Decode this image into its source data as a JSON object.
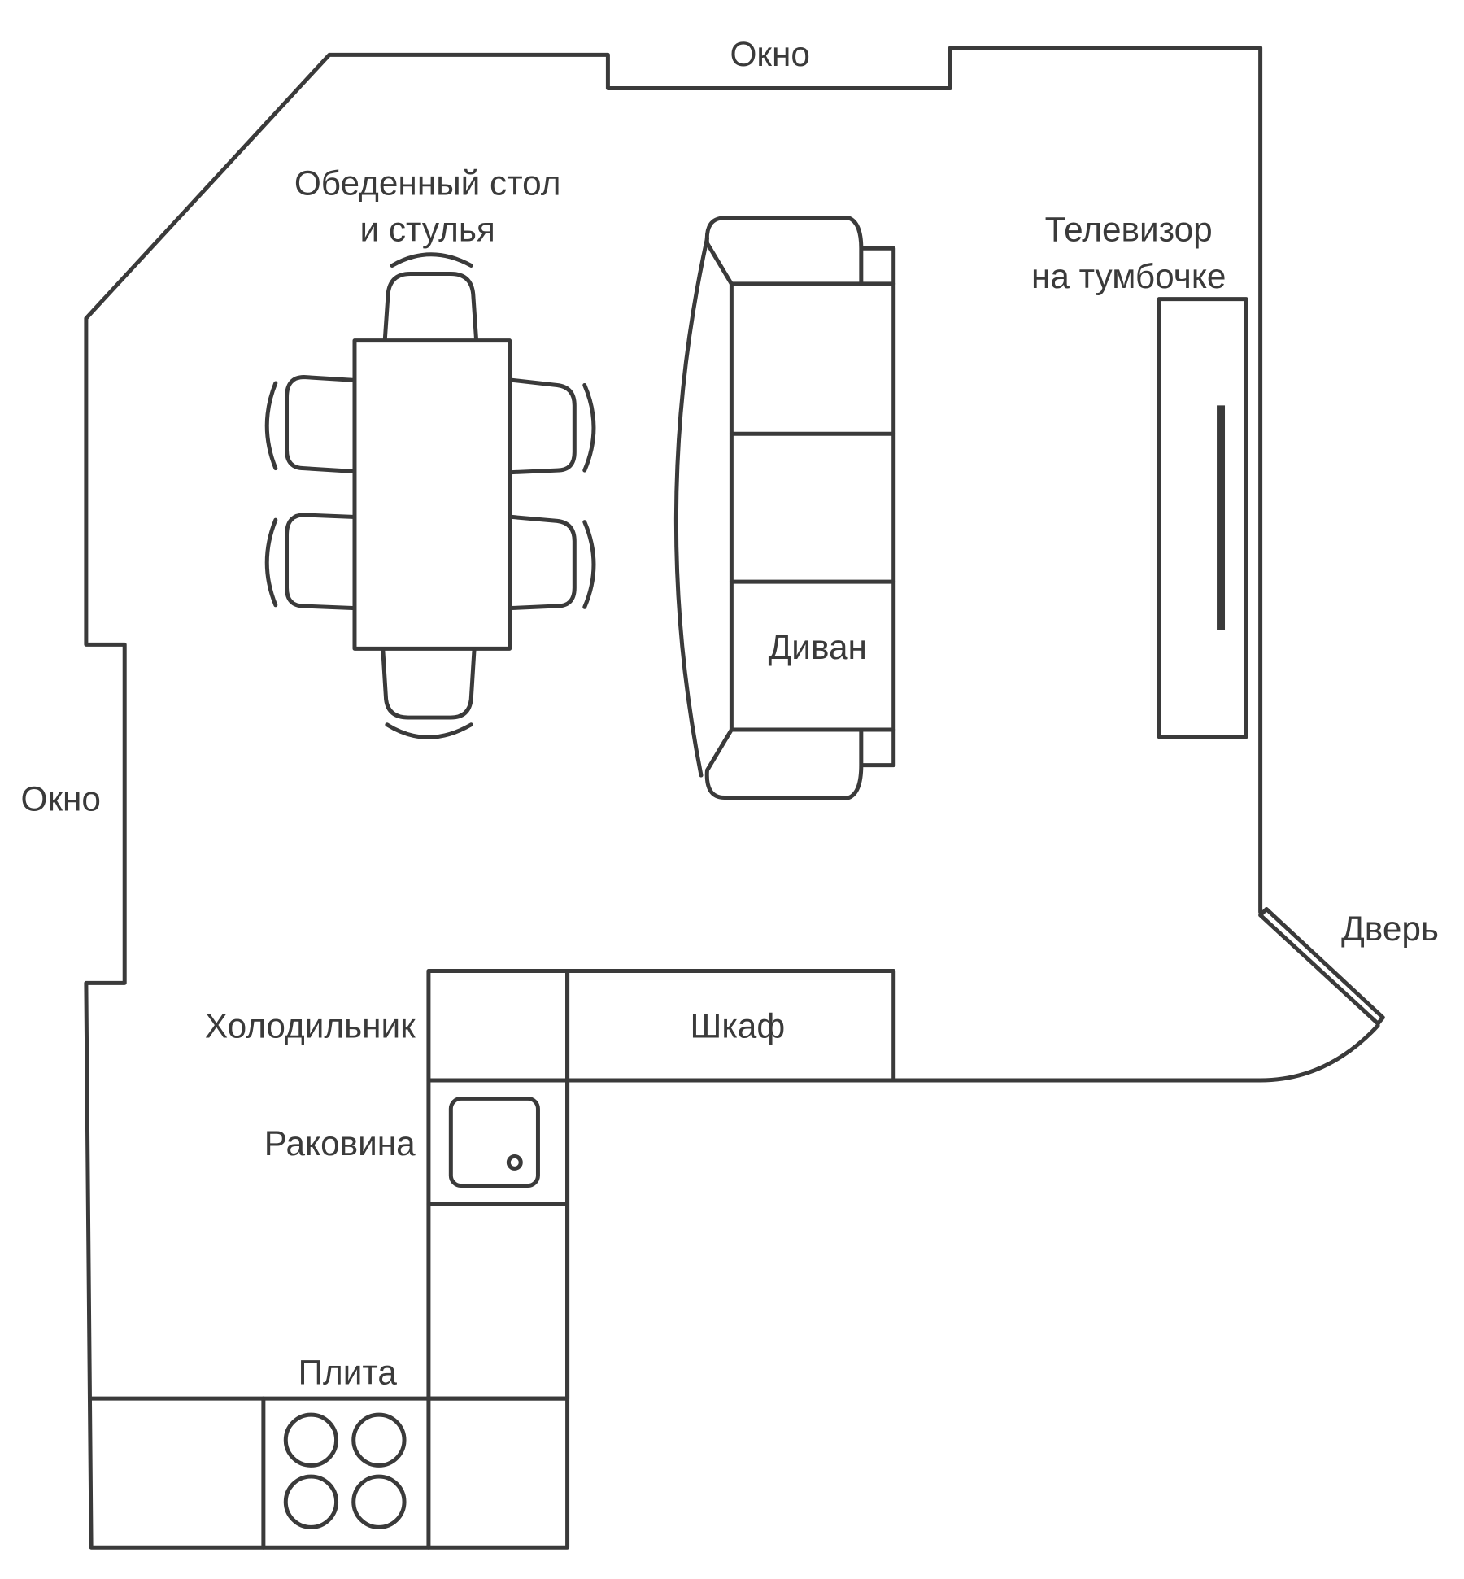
{
  "labels": {
    "window_top": "Окно",
    "window_left": "Окно",
    "dining_line1": "Обеденный стол",
    "dining_line2": "и стулья",
    "tv_line1": "Телевизор",
    "tv_line2": "на тумбочке",
    "sofa": "Диван",
    "door": "Дверь",
    "fridge": "Холодильник",
    "wardrobe": "Шкаф",
    "sink": "Раковина",
    "stove": "Плита"
  },
  "colors": {
    "line": "#3a3a3a",
    "background": "#ffffff"
  }
}
